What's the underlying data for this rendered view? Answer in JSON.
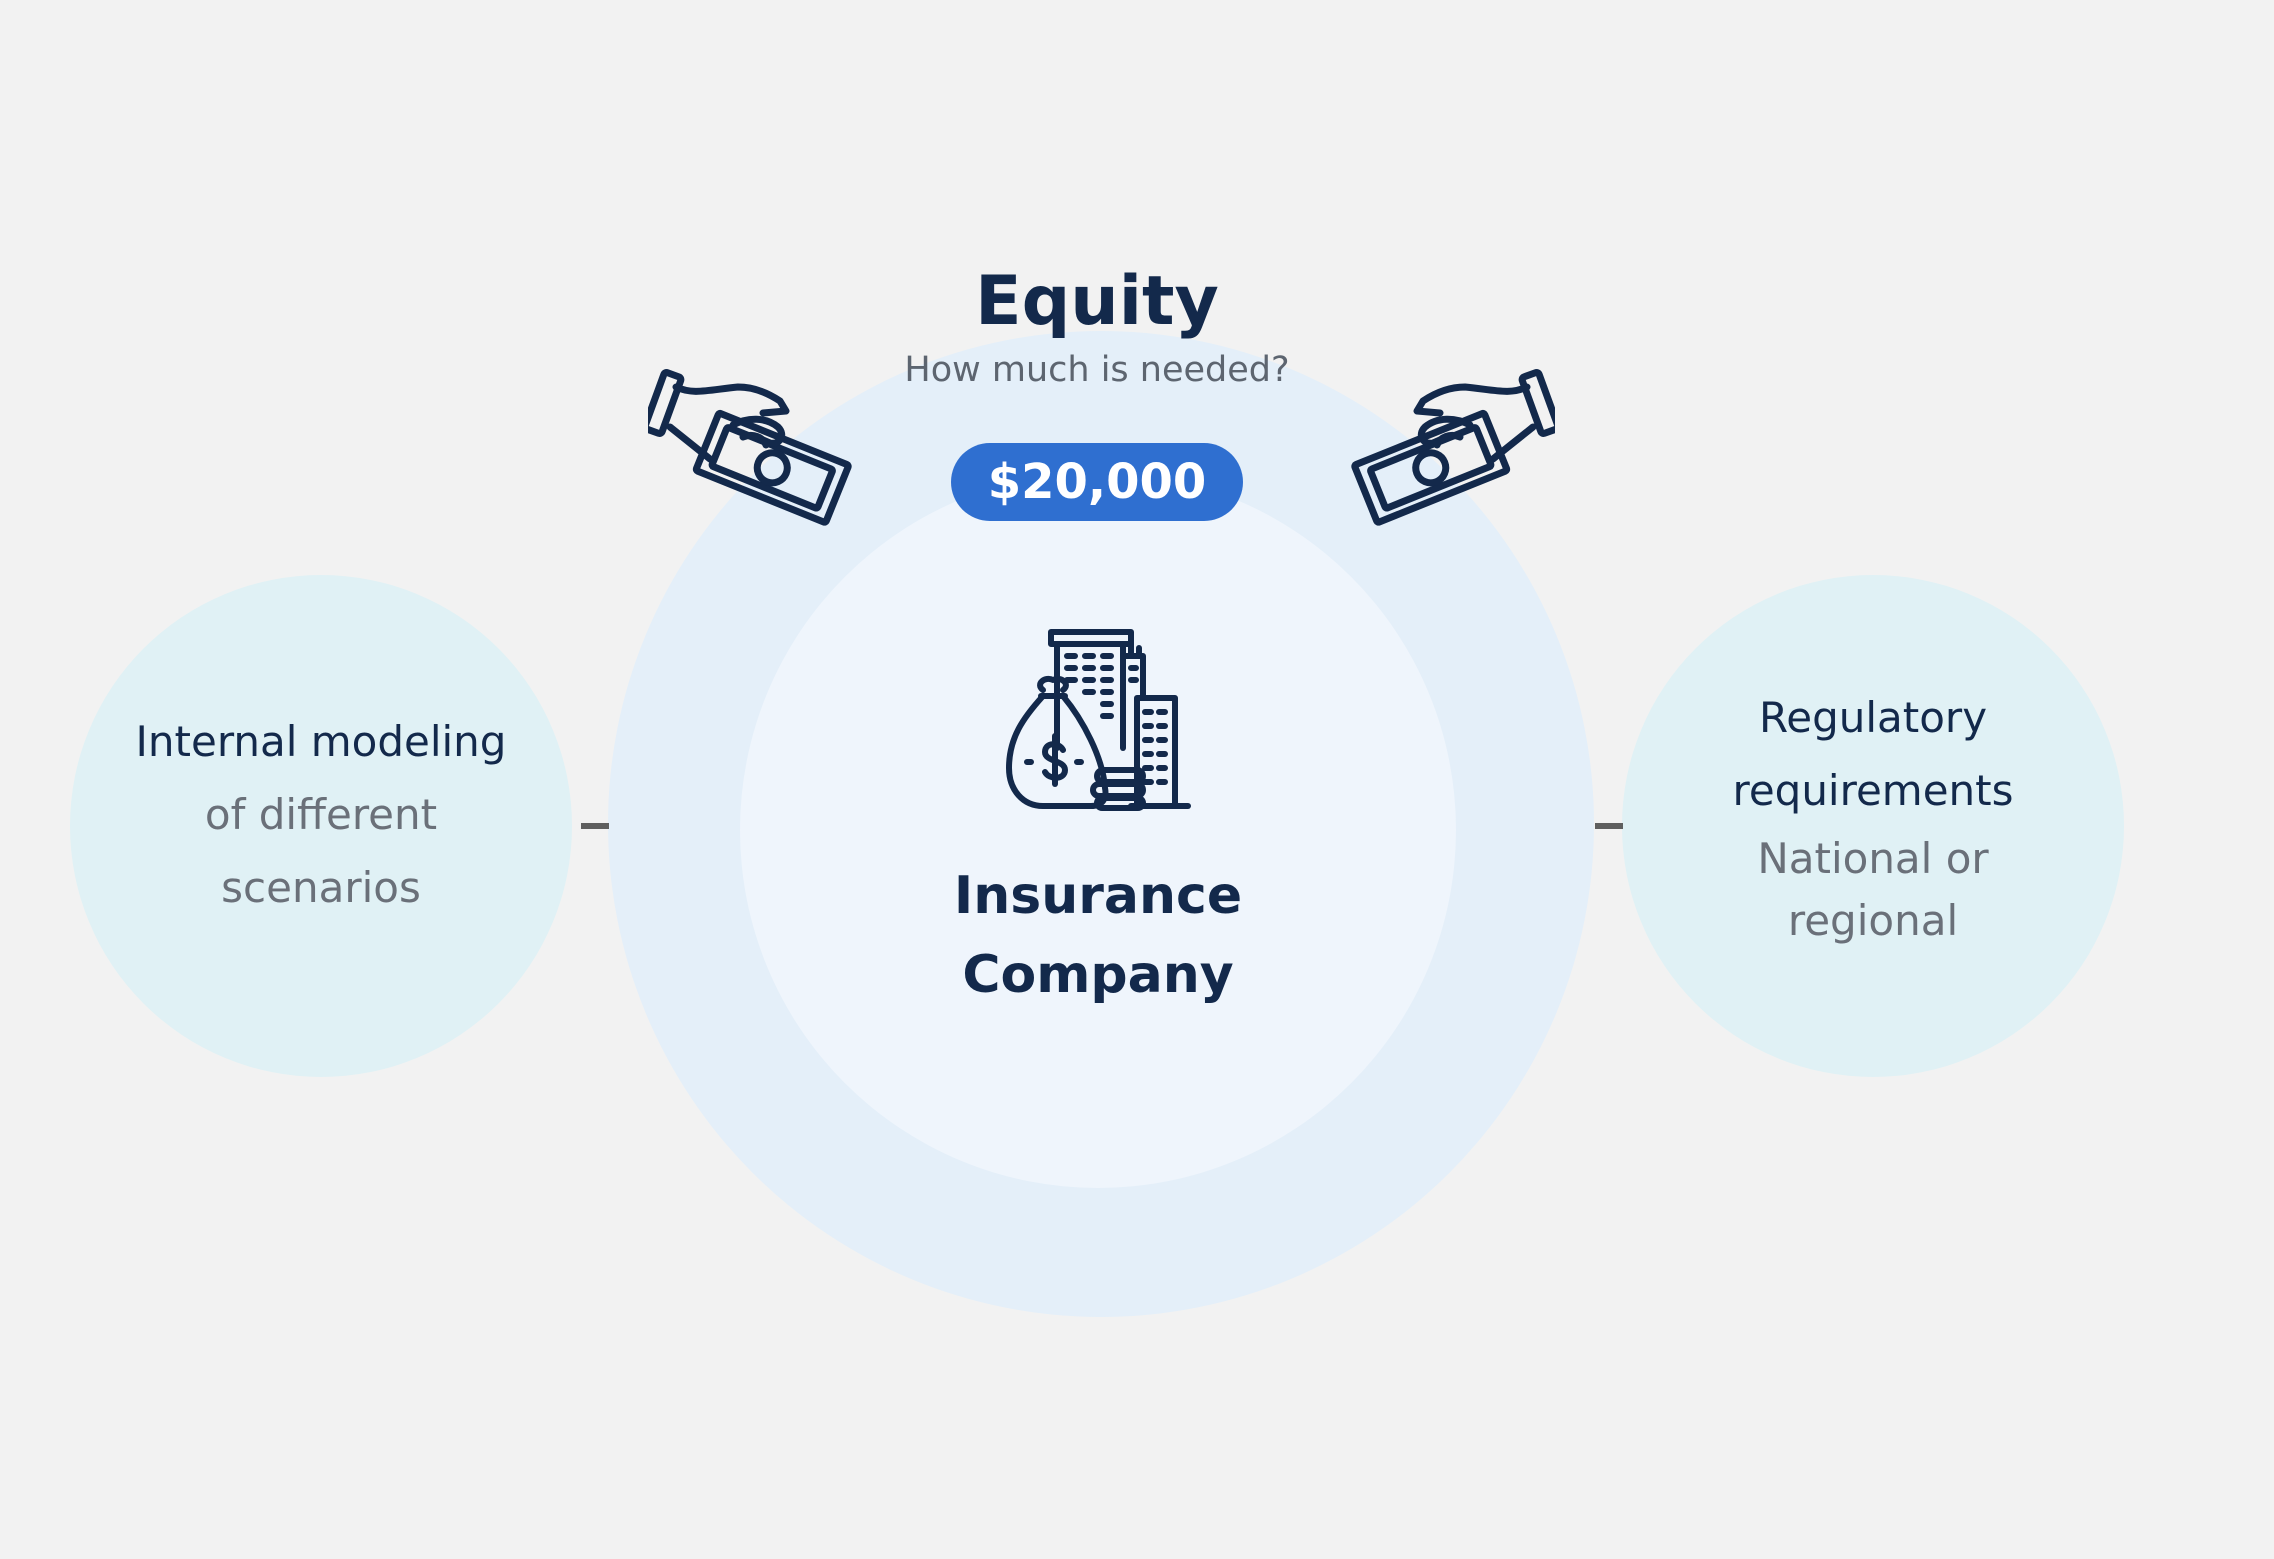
{
  "equity": {
    "title": "Equity",
    "subtitle": "How much is needed?",
    "amount": "$20,000"
  },
  "center": {
    "line1": "Insurance",
    "line2": "Company",
    "icon": "money-bag-buildings-icon"
  },
  "left": {
    "line1": "Internal modeling",
    "line2": "of different",
    "line3": "scenarios"
  },
  "right": {
    "line1": "Regulatory",
    "line2": "requirements",
    "line3": "National or",
    "line4": "regional"
  },
  "icons": {
    "left_hand": "hand-giving-money-icon",
    "right_hand": "hand-giving-money-icon"
  },
  "colors": {
    "background": "#f2f2f2",
    "outer_ring": "#e4eff9",
    "inner_circle": "#eff5fc",
    "side_circles": "#e0f1f5",
    "pill": "#2f6fd0",
    "navy": "#13294b",
    "gray_text": "#6a7079"
  }
}
